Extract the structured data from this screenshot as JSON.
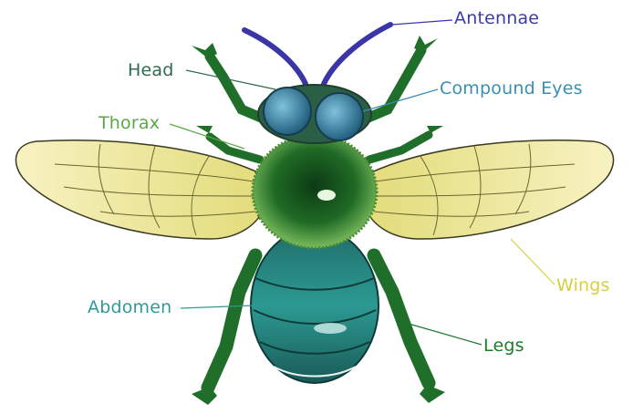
{
  "labels": {
    "antennae": "Antennae",
    "head": "Head",
    "compound_eyes": "Compound Eyes",
    "thorax": "Thorax",
    "wings": "Wings",
    "abdomen": "Abdomen",
    "legs": "Legs"
  },
  "colors": {
    "antennae": "#3c3ca8",
    "head": "#2e6a4c",
    "compound_eyes": "#3a8fb3",
    "thorax": "#5aa845",
    "wings": "#d8cf3a",
    "abdomen": "#2f9a98",
    "legs": "#1f7a2a",
    "wing_fill": "#f1eaa0",
    "body_green": "#1f7a30",
    "abdomen_fill": "#2a8a80"
  }
}
